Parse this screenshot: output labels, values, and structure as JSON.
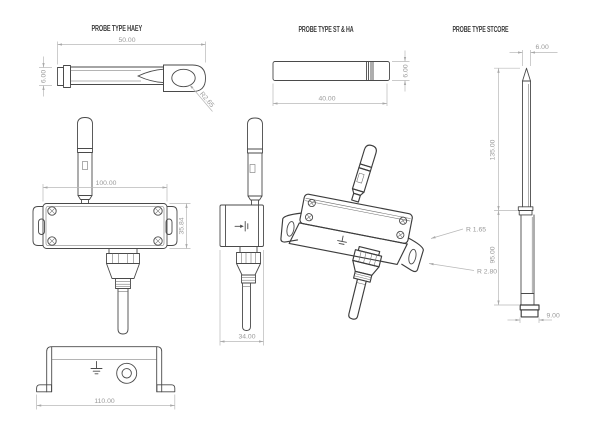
{
  "probe_haey": {
    "title": "PROBE TYPE HAEY",
    "dim_length": "50.00",
    "dim_diameter": "6.00",
    "dim_radius": "R2.65"
  },
  "probe_st_ha": {
    "title": "PROBE TYPE ST & HA",
    "dim_length": "40.00",
    "dim_diameter": "6.00"
  },
  "probe_stcore": {
    "title": "PROBE TYPE STCORE",
    "dim_tip_diameter": "6.00",
    "dim_upper_length": "135.00",
    "dim_lower_length": "95.00",
    "dim_end_diameter": "9.00"
  },
  "transmitter_front": {
    "dim_width": "100.00",
    "dim_height": "35.84"
  },
  "transmitter_side": {
    "dim_depth": "34.00"
  },
  "transmitter_iso": {
    "dim_slot_radius": "R 1.65",
    "dim_flange_radius": "R 2.80"
  },
  "transmitter_bottom": {
    "dim_width": "110.00"
  }
}
